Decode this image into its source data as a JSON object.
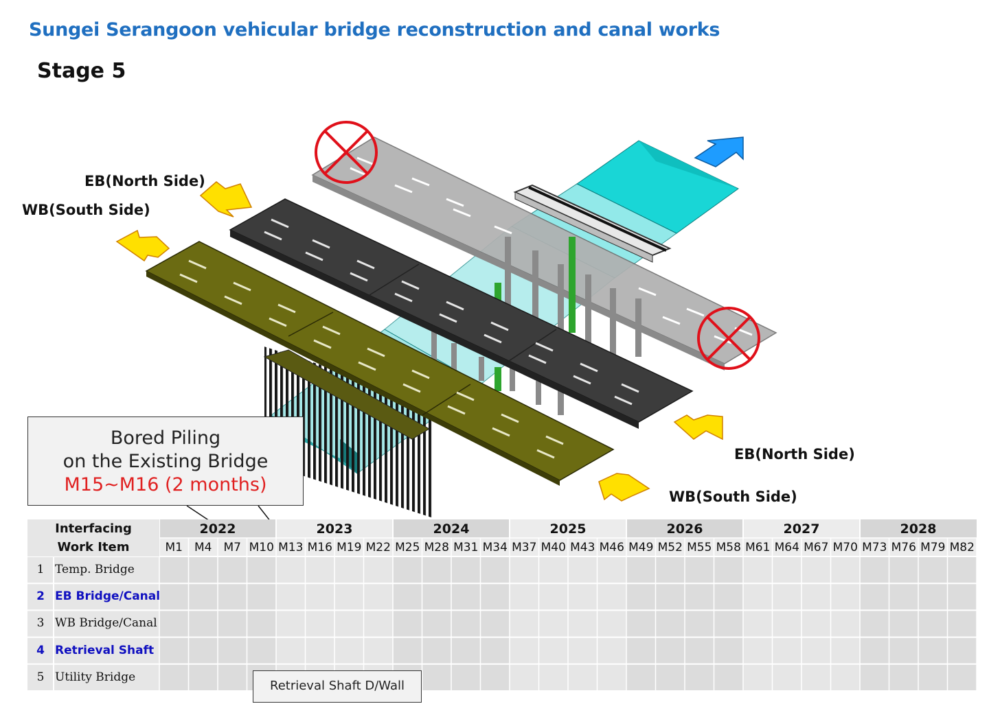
{
  "title": "Sungei Serangoon vehicular bridge reconstruction and canal works",
  "stage": "Stage 5",
  "labels": {
    "eb_top": "EB(North Side)",
    "wb_top": "WB(South Side)",
    "eb_bottom": "EB(North Side)",
    "wb_bottom": "WB(South Side)"
  },
  "callout": {
    "line1": "Bored Piling",
    "line2": "on the Existing Bridge",
    "line3": "M15~M16 (2 months)"
  },
  "callout2": "Retrieval Shaft D/Wall",
  "gantt": {
    "header_line1": "Interfacing",
    "header_line2": "Work Item",
    "years": [
      "2022",
      "2023",
      "2024",
      "2025",
      "2026",
      "2027",
      "2028"
    ],
    "months": [
      "M1",
      "M4",
      "M7",
      "M10",
      "M13",
      "M16",
      "M19",
      "M22",
      "M25",
      "M28",
      "M31",
      "M34",
      "M37",
      "M40",
      "M43",
      "M46",
      "M49",
      "M52",
      "M55",
      "M58",
      "M61",
      "M64",
      "M67",
      "M70",
      "M73",
      "M76",
      "M79",
      "M82"
    ],
    "rows": [
      {
        "no": "1",
        "name": "Temp. Bridge",
        "highlight": false
      },
      {
        "no": "2",
        "name": "EB Bridge/Canal",
        "highlight": true
      },
      {
        "no": "3",
        "name": "WB Bridge/Canal",
        "highlight": false
      },
      {
        "no": "4",
        "name": "Retrieval Shaft",
        "highlight": true
      },
      {
        "no": "5",
        "name": "Utility Bridge",
        "highlight": false
      }
    ]
  },
  "colors": {
    "title": "#1f6fc0",
    "highlight_row": "#1010c0",
    "red_bar": "#ff0000",
    "dark_bar": "#444444",
    "grey_bar": "#808080",
    "black_bar": "#111111",
    "canal": "#00e0e0",
    "wb_deck": "#6b6b12",
    "eb_deck": "#3c3c3c",
    "old_deck": "#a8a8a8",
    "arrow_yellow": "#ffe000",
    "arrow_blue": "#1e90ff"
  }
}
